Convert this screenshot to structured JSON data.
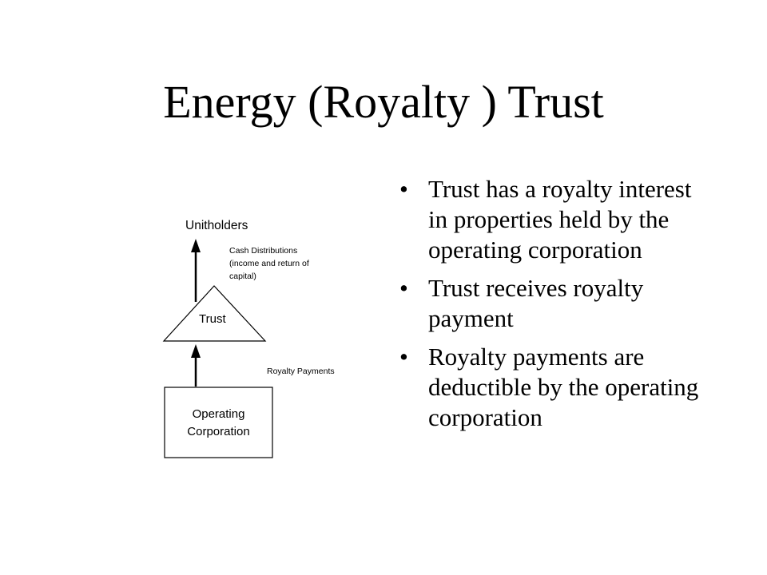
{
  "title": "Energy (Royalty ) Trust",
  "diagram": {
    "top_label": "Unitholders",
    "cash_distributions_lines": [
      "Cash Distributions",
      "(income and return of",
      "capital)"
    ],
    "trust_label": "Trust",
    "royalty_payments_label": "Royalty Payments",
    "operating_corporation_lines": [
      "Operating",
      "Corporation"
    ]
  },
  "bullets": [
    "Trust has a royalty interest in properties held by the operating corporation",
    "Trust receives royalty payment",
    "Royalty payments are deductible by the operating corporation"
  ],
  "bullet_symbol": "•"
}
